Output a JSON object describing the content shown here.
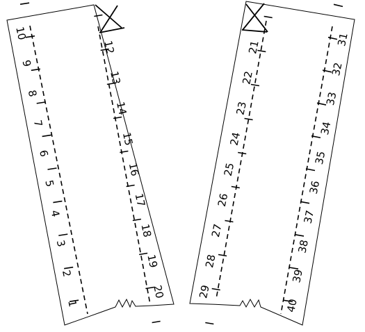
{
  "left_block": {
    "outer_row": [
      "1",
      "2",
      "3",
      "4",
      "5",
      "6",
      "7",
      "8",
      "9",
      "10"
    ],
    "inner_row": [
      "12",
      "13",
      "14",
      "15",
      "16",
      "17",
      "18",
      "19",
      "20"
    ]
  },
  "right_block": {
    "inner_row": [
      "21",
      "22",
      "23",
      "24",
      "25",
      "26",
      "27",
      "28",
      "29"
    ],
    "outer_row": [
      "31",
      "32",
      "33",
      "34",
      "35",
      "36",
      "37",
      "38",
      "39",
      "40"
    ]
  },
  "icons": {
    "blocked_stall_marker": "x-box-icon"
  }
}
